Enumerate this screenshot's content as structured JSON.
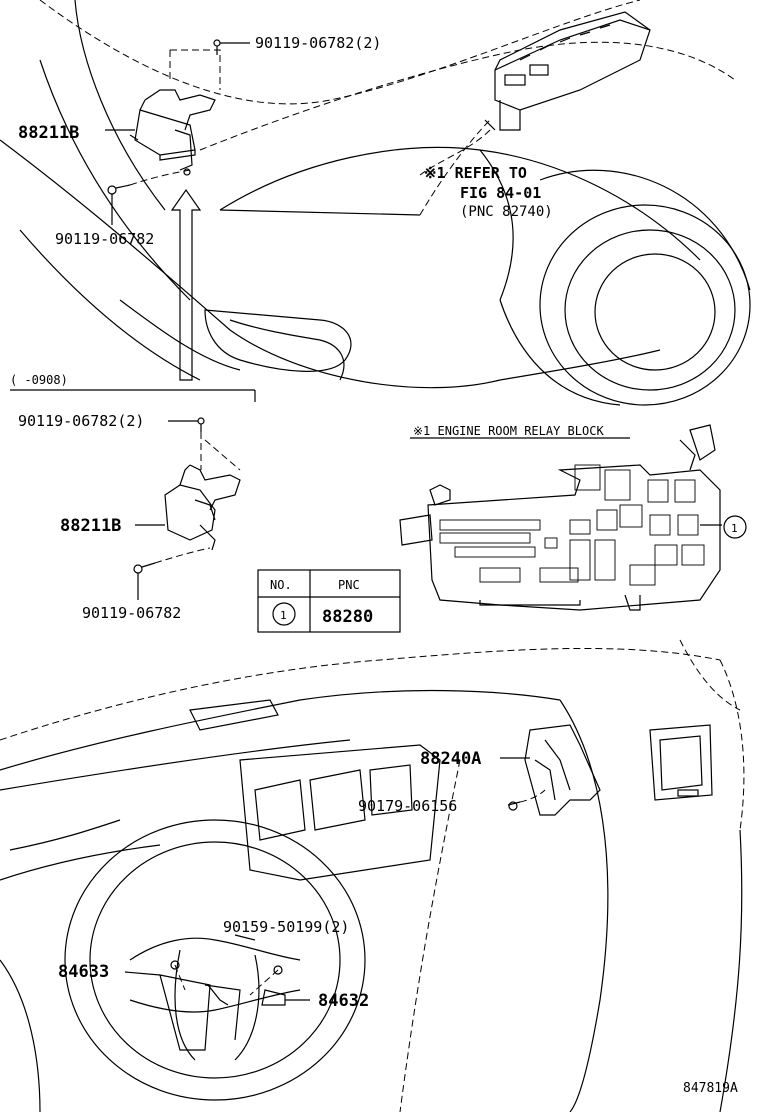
{
  "labels": {
    "p88211b_top": "88211B",
    "bolt_top_right": "90119-06782(2)",
    "bolt_top_left": "90119-06782",
    "refer_line1": "※1 REFER TO",
    "refer_line2": "FIG 84-01",
    "refer_line3": "(PNC 82740)",
    "range": "(   -0908)",
    "bolt_mid_top": "90119-06782(2)",
    "p88211b_mid": "88211B",
    "bolt_mid_bottom": "90119-06782",
    "relay_block_title": "※1 ENGINE ROOM RELAY BLOCK",
    "p88240a": "88240A",
    "nut_90179": "90179-06156",
    "screw_90159": "90159-50199(2)",
    "p84633": "84633",
    "p84632": "84632",
    "figure_id": "847819A"
  },
  "table": {
    "headers": [
      "NO.",
      "PNC"
    ],
    "rows": [
      {
        "no": "1",
        "pnc": "88280"
      }
    ]
  },
  "callout_number": "1"
}
